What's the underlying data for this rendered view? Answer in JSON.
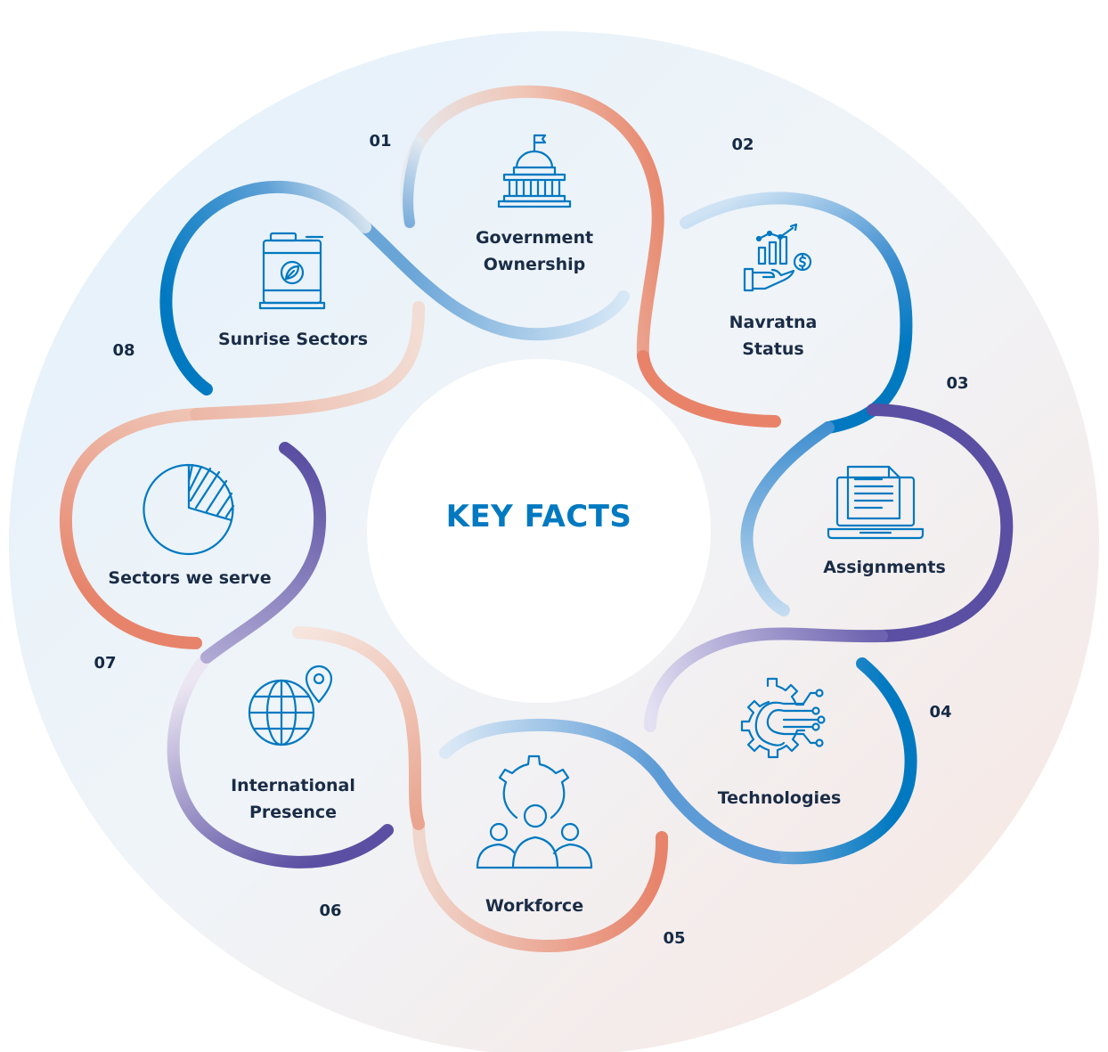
{
  "title": "KEY FACTS",
  "colors": {
    "primary_blue": "#0079c1",
    "light_blue": "#b9d6f0",
    "coral": "#e8836a",
    "light_coral": "#f1d2c6",
    "purple": "#5a4fa2",
    "light_purple": "#cfcbe8",
    "text_dark": "#1a2c46"
  },
  "items": [
    {
      "number": "01",
      "label": "Government Ownership",
      "line1": "Government",
      "line2": "Ownership",
      "icon": "government-building-icon"
    },
    {
      "number": "02",
      "label": "Navratna Status",
      "line1": "Navratna",
      "line2": "Status",
      "icon": "growth-investment-icon"
    },
    {
      "number": "03",
      "label": "Assignments",
      "line1": "Assignments",
      "line2": "",
      "icon": "laptop-document-icon"
    },
    {
      "number": "04",
      "label": "Technologies",
      "line1": "Technologies",
      "line2": "",
      "icon": "gear-circuit-icon"
    },
    {
      "number": "05",
      "label": "Workforce",
      "line1": "Workforce",
      "line2": "",
      "icon": "team-gear-icon"
    },
    {
      "number": "06",
      "label": "International Presence",
      "line1": "International",
      "line2": "Presence",
      "icon": "globe-location-icon"
    },
    {
      "number": "07",
      "label": "Sectors we serve",
      "line1": "Sectors we serve",
      "line2": "",
      "icon": "pie-chart-icon"
    },
    {
      "number": "08",
      "label": "Sunrise Sectors",
      "line1": "Sunrise Sectors",
      "line2": "",
      "icon": "bio-fuel-barrel-icon"
    }
  ]
}
